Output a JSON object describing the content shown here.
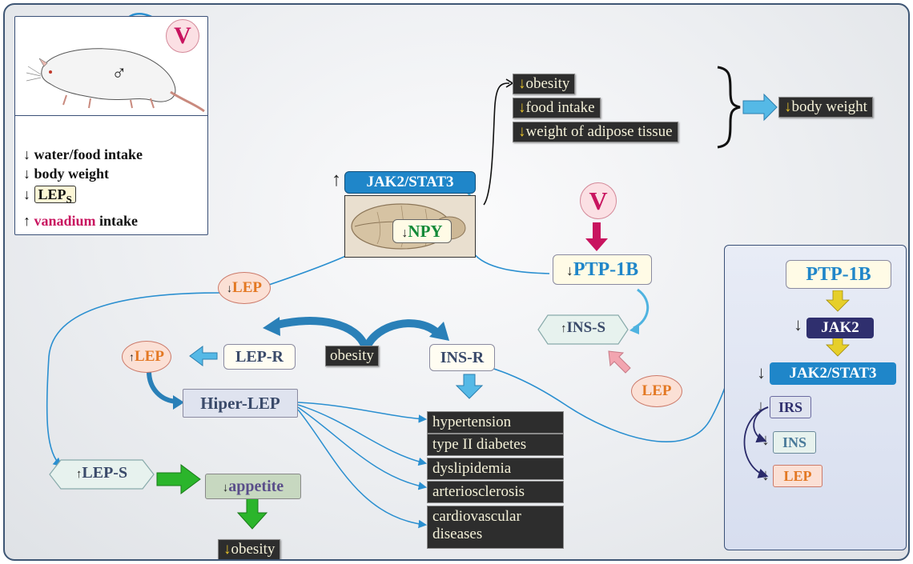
{
  "rat_panel": {
    "v_symbol": "V",
    "male_symbol": "♂",
    "effects": [
      {
        "arrow": "↓",
        "pre": "",
        "highlight": "",
        "sub": "",
        "post": "water/food intake"
      },
      {
        "arrow": "↓",
        "pre": "",
        "highlight": "",
        "sub": "",
        "post": "body weight"
      },
      {
        "arrow": "↓",
        "pre": "",
        "highlight": "LEP",
        "sub": "S",
        "post": ""
      },
      {
        "arrow": "↑",
        "pre": "",
        "highlight": "vanadium",
        "sub": "",
        "post": " intake"
      }
    ]
  },
  "brain": {
    "jak_label": "JAK2/STAT3",
    "npy_label": "NPY",
    "up": "↑",
    "down": "↓"
  },
  "outcomes": [
    {
      "arrow": "↓",
      "label": "obesity"
    },
    {
      "arrow": "↓",
      "label": "food intake"
    },
    {
      "arrow": "↓",
      "label": "weight of adipose tissue"
    }
  ],
  "body_weight": {
    "arrow": "↓",
    "label": "body weight"
  },
  "center": {
    "v_symbol": "V",
    "ptp1b": {
      "arrow": "↓",
      "label": "PTP-1B"
    },
    "ins_s": {
      "arrow": "↑",
      "label": "INS-S"
    },
    "lep_oval": "LEP",
    "lep_left": {
      "arrow": "↓",
      "label": "LEP"
    },
    "lep_up": {
      "arrow": "↑",
      "label": "LEP"
    },
    "lep_r": "LEP-R",
    "obesity": "obesity",
    "ins_r": "INS-R",
    "hiper_lep": "Hiper-LEP",
    "lep_s": {
      "arrow": "↑",
      "label": "LEP-S"
    },
    "appetite": {
      "arrow": "↓",
      "label": "appetite"
    },
    "obesity_bottom": {
      "arrow": "↓",
      "label": "obesity"
    }
  },
  "diseases": [
    "hypertension",
    "type II diabetes",
    "dyslipidemia",
    "arteriosclerosis",
    "cardiovascular diseases"
  ],
  "right_panel": {
    "ptp1b": "PTP-1B",
    "jak2": "JAK2",
    "jak2stat3": "JAK2/STAT3",
    "irs": "IRS",
    "ins": "INS",
    "lep": "LEP",
    "down": "↓"
  },
  "colors": {
    "frame": "#3e5674",
    "accent_magenta": "#c8145f",
    "cyan_arrow": "#4fb3e0",
    "green_arrow": "#2bb52b",
    "dark_box": "#2d2d2d",
    "box_text": "#f4f1d8",
    "yellow_arrow": "#e6c229",
    "link_blue": "#2a8fd0"
  }
}
